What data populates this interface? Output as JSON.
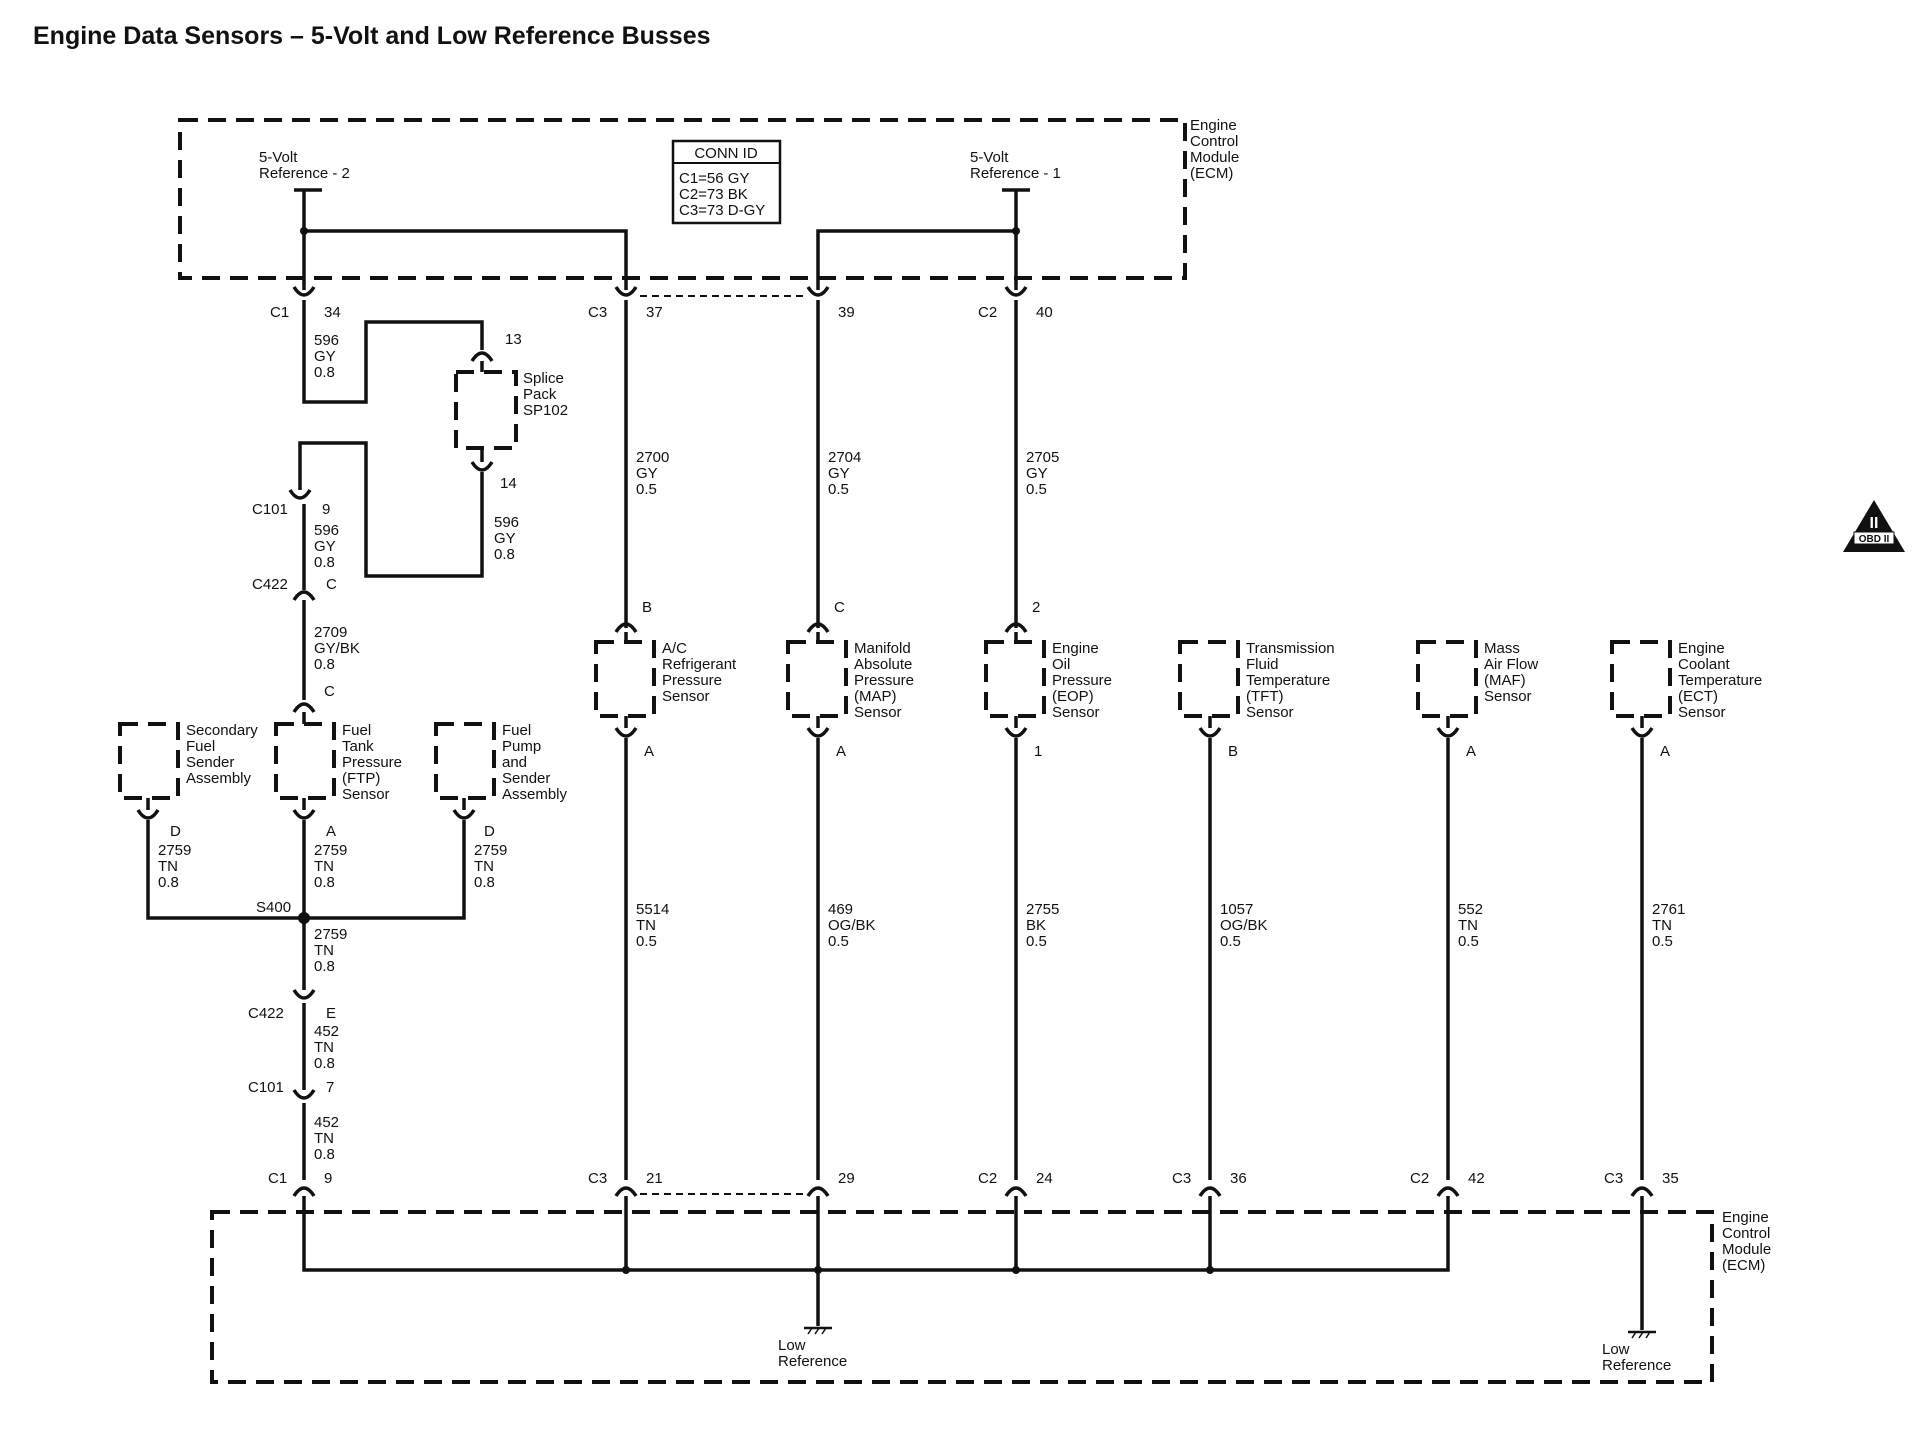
{
  "title": "Engine Data Sensors – 5-Volt and Low Reference Busses",
  "ecm": {
    "line1": "Engine",
    "line2": "Control",
    "line3": "Module",
    "line4": "(ECM)"
  },
  "refs": {
    "ref2": {
      "line1": "5-Volt",
      "line2": "Reference - 2"
    },
    "ref1": {
      "line1": "5-Volt",
      "line2": "Reference - 1"
    }
  },
  "conn_id": {
    "header": "CONN ID",
    "c1": "C1=56 GY",
    "c2": "C2=73 BK",
    "c3": "C3=73 D-GY"
  },
  "top_pins": [
    {
      "conn": "C1",
      "pin": "34"
    },
    {
      "conn": "C3",
      "pin": "37"
    },
    {
      "conn": "",
      "pin": "39"
    },
    {
      "conn": "C2",
      "pin": "40"
    }
  ],
  "splice": {
    "top_pin": "13",
    "bottom_pin": "14",
    "line1": "Splice",
    "line2": "Pack",
    "line3": "SP102"
  },
  "left_chain": {
    "wire_a": {
      "num": "596",
      "color": "GY",
      "gauge": "0.8"
    },
    "wire_b": {
      "num": "596",
      "color": "GY",
      "gauge": "0.8"
    },
    "wire_c": {
      "num": "596",
      "color": "GY",
      "gauge": "0.8"
    },
    "c101_top": {
      "conn": "C101",
      "pin": "9"
    },
    "c422_top": {
      "conn": "C422",
      "pin": "C"
    },
    "wire_d": {
      "num": "2709",
      "color": "GY/BK",
      "gauge": "0.8"
    },
    "ftp_top_pin": "C",
    "s400": "S400",
    "wire_e": {
      "num": "2759",
      "color": "TN",
      "gauge": "0.8"
    },
    "c422_bot": {
      "conn": "C422",
      "pin": "E"
    },
    "wire_f": {
      "num": "452",
      "color": "TN",
      "gauge": "0.8"
    },
    "c101_bot": {
      "conn": "C101",
      "pin": "7"
    },
    "wire_g": {
      "num": "452",
      "color": "TN",
      "gauge": "0.8"
    },
    "c1_bot": {
      "conn": "C1",
      "pin": "9"
    }
  },
  "left_sensors": [
    {
      "lines": [
        "Secondary",
        "Fuel",
        "Sender",
        "Assembly"
      ],
      "pin": "D",
      "wire": {
        "num": "2759",
        "color": "TN",
        "gauge": "0.8"
      }
    },
    {
      "lines": [
        "Fuel",
        "Tank",
        "Pressure",
        "(FTP)",
        "Sensor"
      ],
      "pin": "A",
      "wire": {
        "num": "2759",
        "color": "TN",
        "gauge": "0.8"
      }
    },
    {
      "lines": [
        "Fuel",
        "Pump",
        "and",
        "Sender",
        "Assembly"
      ],
      "pin": "D",
      "wire": {
        "num": "2759",
        "color": "TN",
        "gauge": "0.8"
      }
    }
  ],
  "sensors": [
    {
      "lines": [
        "A/C",
        "Refrigerant",
        "Pressure",
        "Sensor"
      ],
      "top_pin": "B",
      "top_wire": {
        "num": "2700",
        "color": "GY",
        "gauge": "0.5"
      },
      "bot_pin": "A",
      "bot_wire": {
        "num": "5514",
        "color": "TN",
        "gauge": "0.5"
      },
      "conn": "C3",
      "pin": "21"
    },
    {
      "lines": [
        "Manifold",
        "Absolute",
        "Pressure",
        "(MAP)",
        "Sensor"
      ],
      "top_pin": "C",
      "top_wire": {
        "num": "2704",
        "color": "GY",
        "gauge": "0.5"
      },
      "bot_pin": "A",
      "bot_wire": {
        "num": "469",
        "color": "OG/BK",
        "gauge": "0.5"
      },
      "conn": "",
      "pin": "29"
    },
    {
      "lines": [
        "Engine",
        "Oil",
        "Pressure",
        "(EOP)",
        "Sensor"
      ],
      "top_pin": "2",
      "top_wire": {
        "num": "2705",
        "color": "GY",
        "gauge": "0.5"
      },
      "bot_pin": "1",
      "bot_wire": {
        "num": "2755",
        "color": "BK",
        "gauge": "0.5"
      },
      "conn": "C2",
      "pin": "24"
    },
    {
      "lines": [
        "Transmission",
        "Fluid",
        "Temperature",
        "(TFT)",
        "Sensor"
      ],
      "bot_pin": "B",
      "bot_wire": {
        "num": "1057",
        "color": "OG/BK",
        "gauge": "0.5"
      },
      "conn": "C3",
      "pin": "36"
    },
    {
      "lines": [
        "Mass",
        "Air Flow",
        "(MAF)",
        "Sensor"
      ],
      "bot_pin": "A",
      "bot_wire": {
        "num": "552",
        "color": "TN",
        "gauge": "0.5"
      },
      "conn": "C2",
      "pin": "42"
    },
    {
      "lines": [
        "Engine",
        "Coolant",
        "Temperature",
        "(ECT)",
        "Sensor"
      ],
      "bot_pin": "A",
      "bot_wire": {
        "num": "2761",
        "color": "TN",
        "gauge": "0.5"
      },
      "conn": "C3",
      "pin": "35"
    }
  ],
  "low_ref": {
    "line1": "Low",
    "line2": "Reference"
  },
  "obd": {
    "numeral": "II",
    "label": "OBD II"
  }
}
